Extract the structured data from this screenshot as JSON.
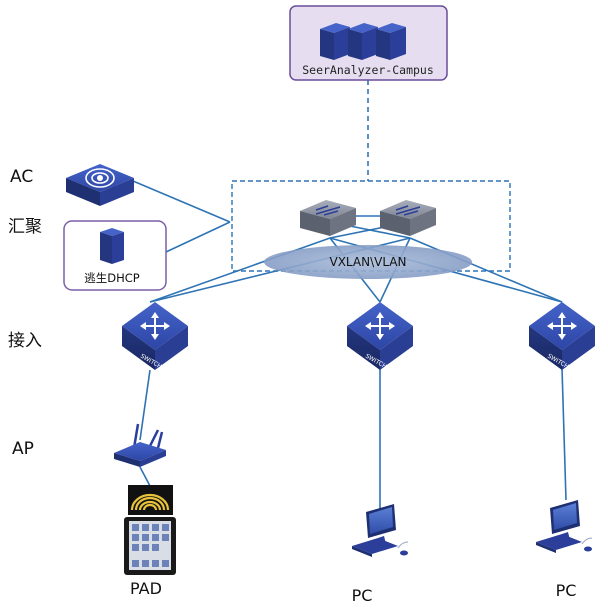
{
  "analyzer": {
    "label": "SeerAnalyzer-Campus"
  },
  "layers": {
    "ac": "AC",
    "aggregation": "汇聚",
    "access": "接入",
    "ap": "AP"
  },
  "dhcp": {
    "label": "逃生DHCP"
  },
  "vxlan": {
    "label": "VXLAN\\VLAN"
  },
  "switch": {
    "badge": "SWITCH"
  },
  "endpoints": {
    "pad": "PAD",
    "pc_center": "PC",
    "pc_right": "PC"
  },
  "colors": {
    "device_blue": "#2B3F9A",
    "device_top": "#3A54BF",
    "link_blue": "#2E74B5",
    "core_gray": "#8A8F9C",
    "ellipse_fill": "#8FA6CC",
    "analyzer_bg": "#E6DEF0",
    "analyzer_border": "#6A4D9A",
    "dhcp_border": "#7A5FA8"
  },
  "icons": [
    "server-cluster-icon",
    "ac-controller-icon",
    "server-tower-icon",
    "core-switch-icon",
    "access-switch-icon",
    "wireless-ap-icon",
    "tablet-icon",
    "desktop-pc-icon"
  ]
}
